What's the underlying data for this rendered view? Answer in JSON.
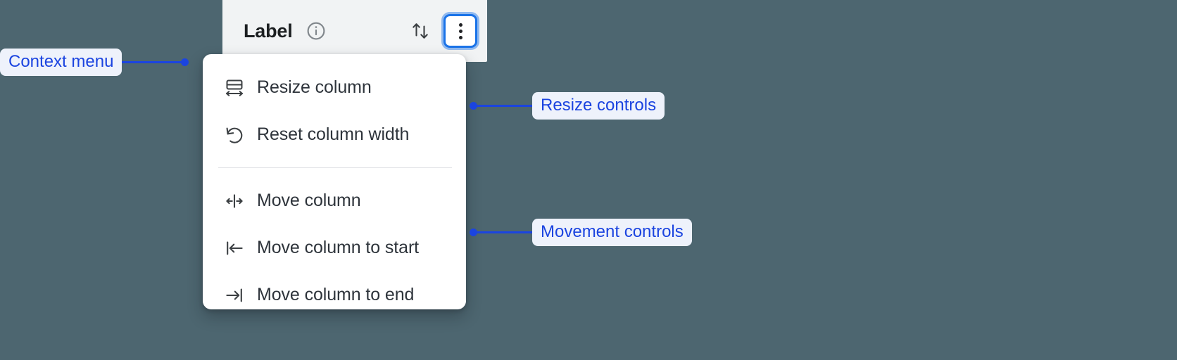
{
  "canvas": {
    "background": "#4d6670"
  },
  "header": {
    "label": "Label",
    "info_icon": "info-circle-icon",
    "sort_icon": "sort-arrows-up-down-icon",
    "overflow_icon": "more-vertical-kebab-icon",
    "accent": "#1a73e8",
    "background": "#f1f3f4"
  },
  "context_menu": {
    "groups": [
      {
        "name": "resize",
        "items": [
          {
            "label": "Resize column",
            "icon": "resize-column-horizontal-icon"
          },
          {
            "label": "Reset column width",
            "icon": "undo-rotate-left-icon"
          }
        ]
      },
      {
        "name": "movement",
        "items": [
          {
            "label": "Move column",
            "icon": "move-column-left-right-icon"
          },
          {
            "label": "Move column to start",
            "icon": "move-to-start-arrow-left-bar-icon"
          },
          {
            "label": "Move column to end",
            "icon": "move-to-end-arrow-right-bar-icon"
          }
        ]
      }
    ]
  },
  "annotations": {
    "accent": "#1b44e0",
    "chip_background": "#eef2fb",
    "items": [
      {
        "label": "Context menu",
        "side": "left"
      },
      {
        "label": "Resize controls",
        "side": "right"
      },
      {
        "label": "Movement controls",
        "side": "right"
      }
    ]
  }
}
